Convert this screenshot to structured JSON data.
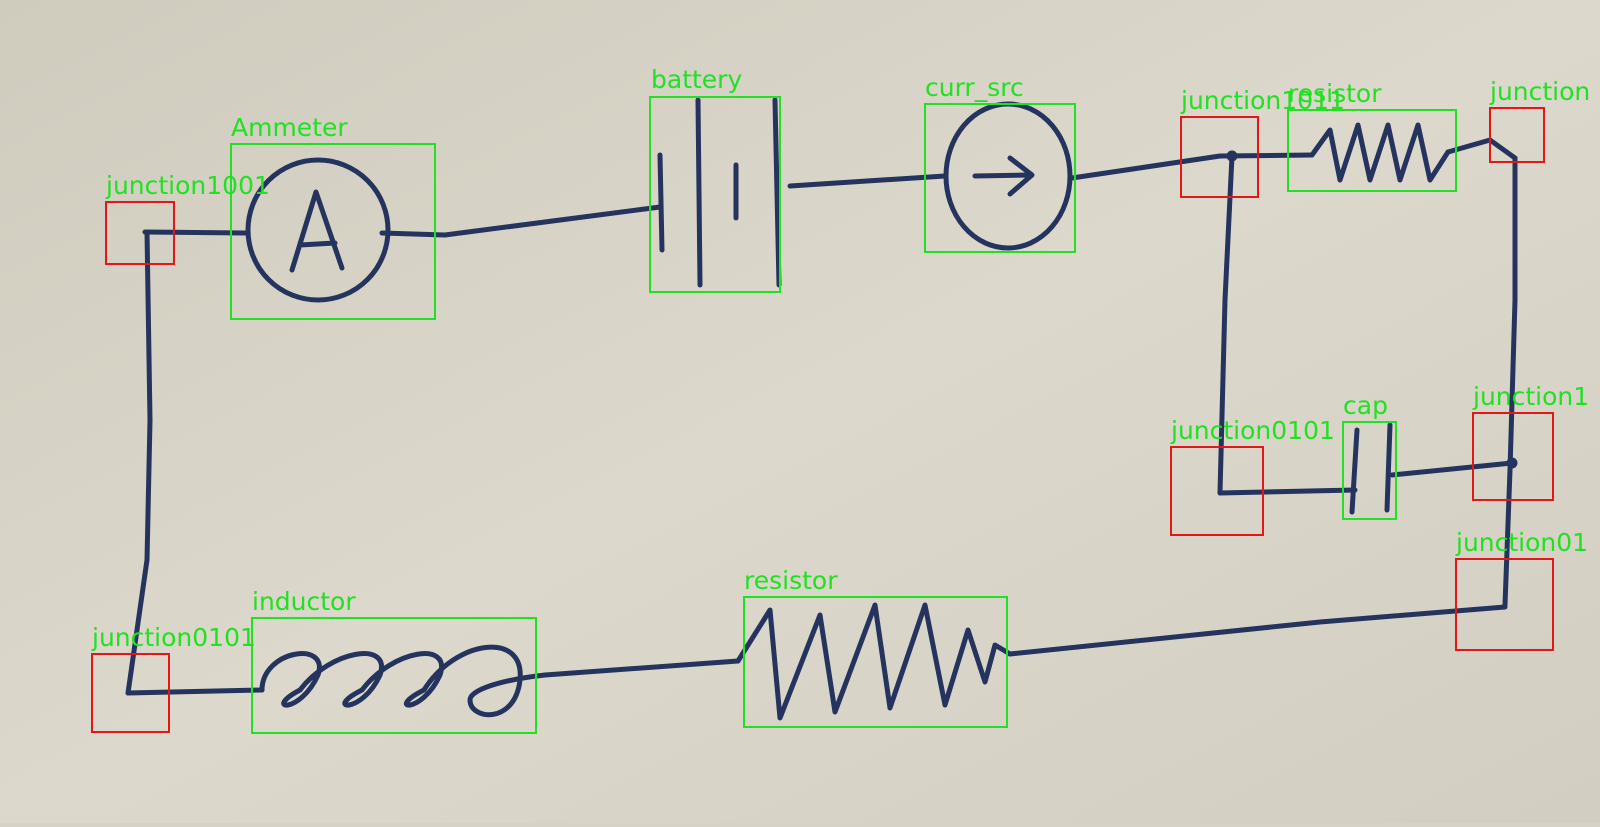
{
  "colors": {
    "paper": "#d6d2c6",
    "ink": "#25345e",
    "component_box": "#22e022",
    "junction_box": "#e01818",
    "label": "#22e022"
  },
  "components": [
    {
      "id": "ammeter",
      "label": "Ammeter",
      "symbol": "A"
    },
    {
      "id": "battery",
      "label": "battery"
    },
    {
      "id": "curr-src",
      "label": "curr_src"
    },
    {
      "id": "resistor-top",
      "label": "resistor"
    },
    {
      "id": "cap",
      "label": "cap"
    },
    {
      "id": "inductor",
      "label": "inductor"
    },
    {
      "id": "resistor-bottom",
      "label": "resistor"
    }
  ],
  "junctions": [
    {
      "id": "junction-top-left",
      "label": "junction1001"
    },
    {
      "id": "junction-bottom-left",
      "label": "junction0101"
    },
    {
      "id": "junction-top-mid",
      "label": "junction1011"
    },
    {
      "id": "junction-top-right",
      "label": "junction"
    },
    {
      "id": "junction-mid-left",
      "label": "junction0101"
    },
    {
      "id": "junction-mid-right",
      "label": "junction1"
    },
    {
      "id": "junction-bottom-right",
      "label": "junction01"
    }
  ]
}
